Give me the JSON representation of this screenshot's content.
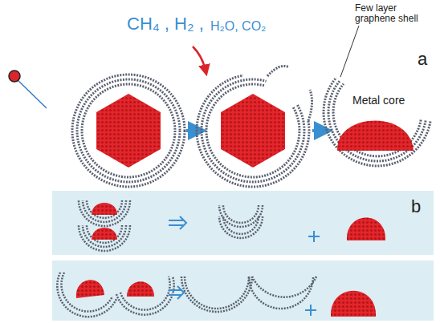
{
  "diagram": {
    "labels": [
      "a",
      "CH₄ , H₂ ,",
      "H₂O, CO₂",
      "Few layer graphene shell",
      "Metal core",
      "b"
    ]
  }
}
